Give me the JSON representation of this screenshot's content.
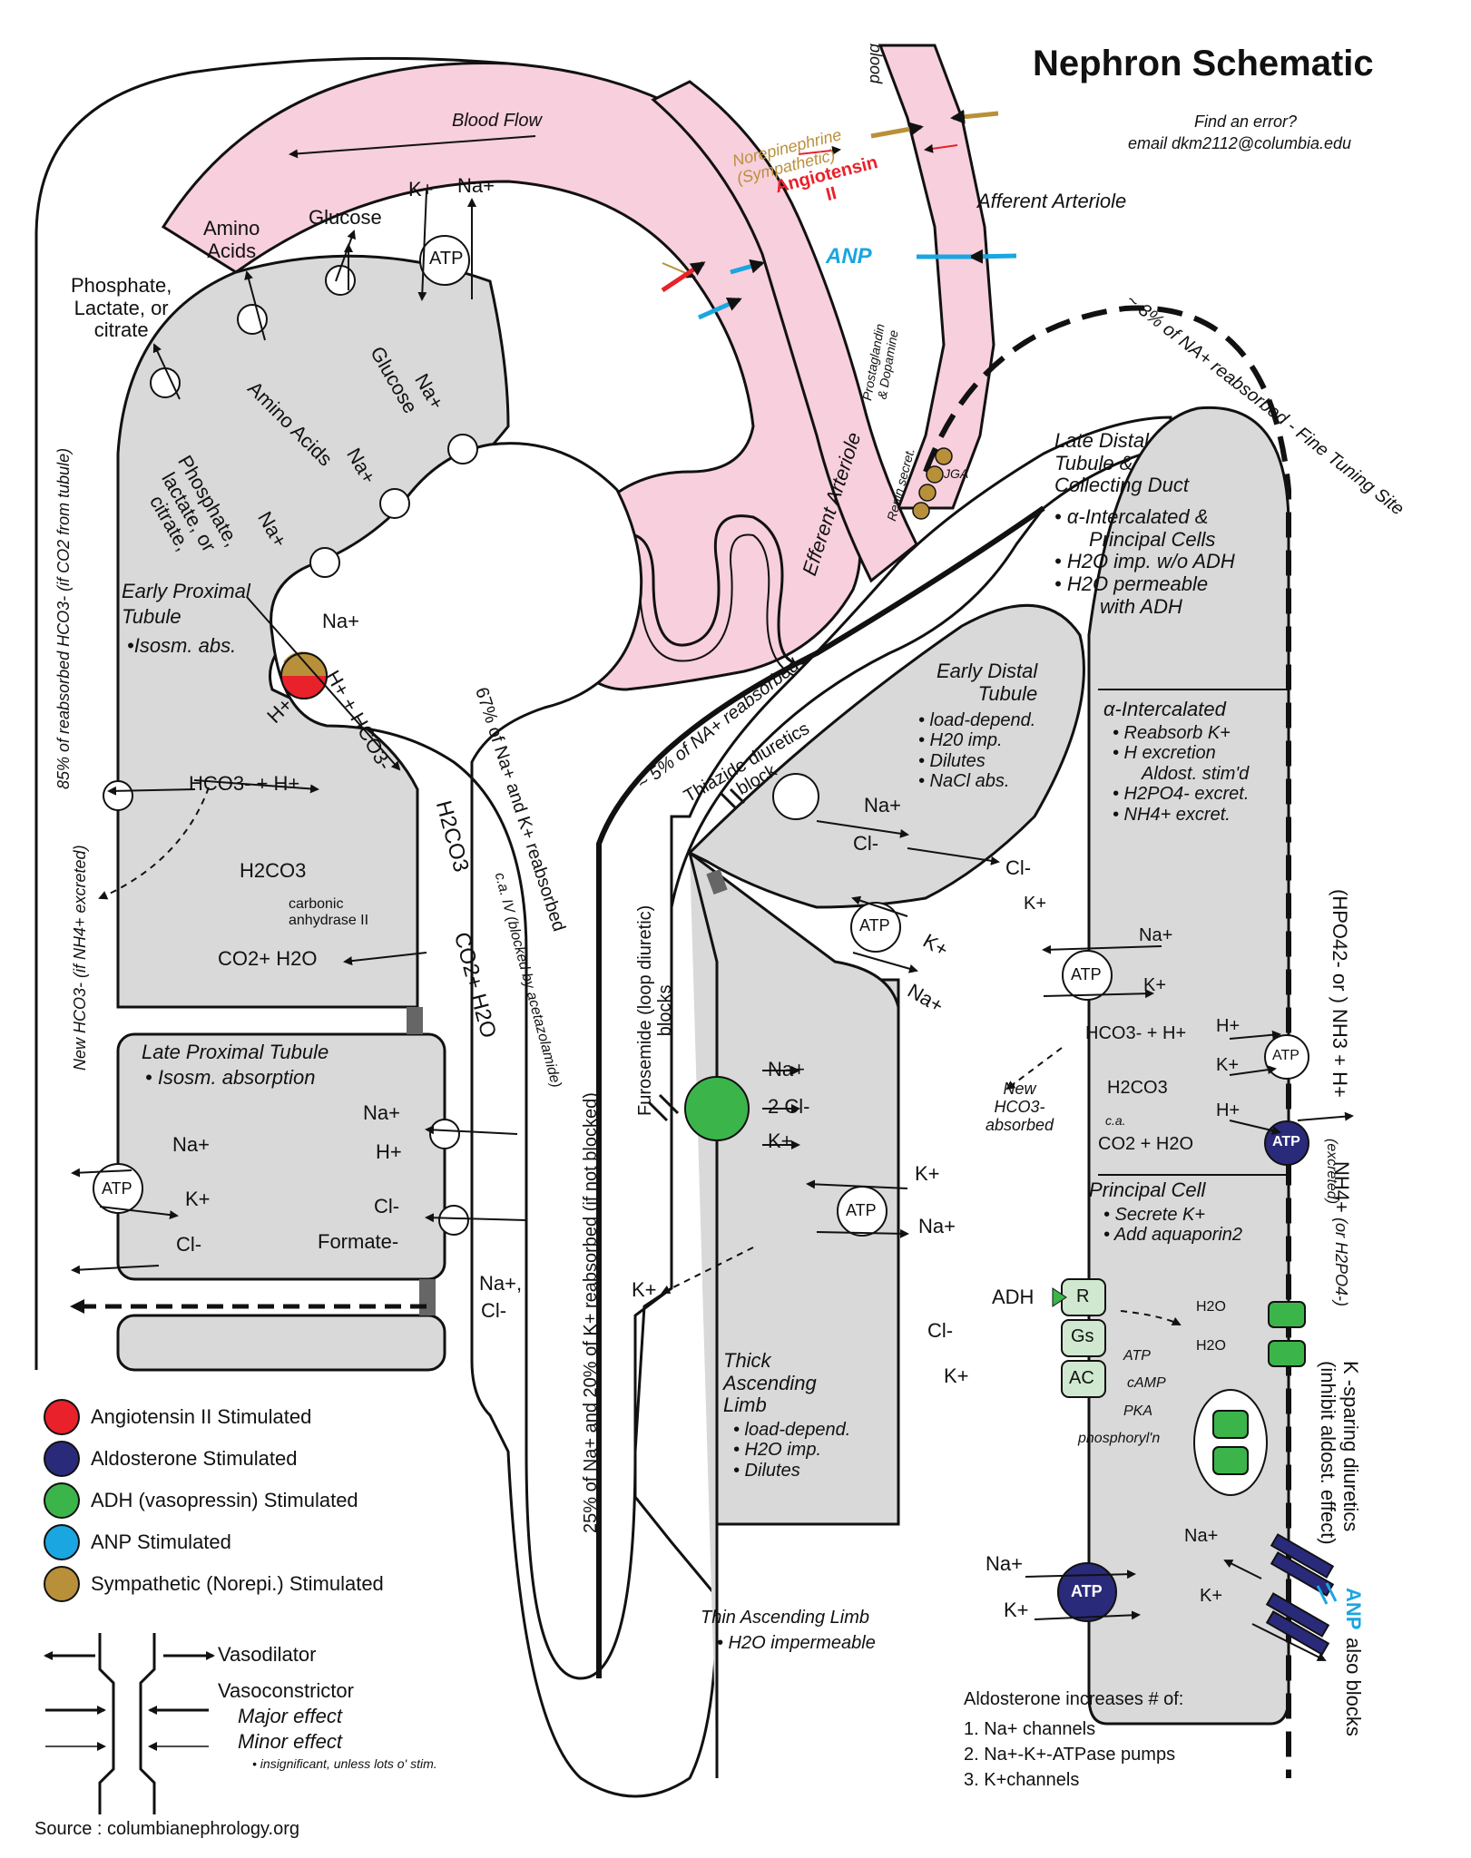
{
  "title": "Nephron Schematic",
  "contact": [
    "Find an error?",
    "email dkm2112@columbia.edu"
  ],
  "source": "Source : columbianephrology.org",
  "colors": {
    "angiotensin": "#e8212b",
    "aldosterone": "#2a2a7a",
    "adh": "#3bb54a",
    "anp": "#1aa6e0",
    "sympathetic": "#b8903a",
    "vessel": "#f7c6d6",
    "tubule": "#d9d9d9"
  },
  "vessels": {
    "blood": "blood",
    "blood_flow": "Blood Flow",
    "afferent": "Afferent Arteriole",
    "efferent": "Efferent Arteriole",
    "norepinephrine": [
      "Norepinephrine",
      "(Sympathetic)"
    ],
    "angiotensin": [
      "Angiotensin",
      "II"
    ],
    "anp": "ANP",
    "prostaglandin": [
      "Prostaglandin",
      "& Dopamine"
    ],
    "renin": "Renin secret.",
    "jga": "JGA"
  },
  "early_proximal": {
    "title": "Early Proximal",
    "title2": "Tubule",
    "note": "•Isosm. abs.",
    "blood_side": [
      "Phosphate,",
      "Lactate, or",
      "citrate",
      "Amino",
      "Acids",
      "Glucose",
      "K+",
      "Na+",
      "ATP"
    ],
    "lumen_side": [
      "Phosphate,",
      "lactate, or",
      "citrate,",
      "Amino Acids",
      "Na+",
      "Glucose",
      "Na+",
      "Na+"
    ],
    "hco3": "HCO3- + H+",
    "h2co3": "H2CO3",
    "co2": "CO2+ H2O",
    "ca2": "carbonic anhydrase II",
    "na": "Na+",
    "h_hco3": "H+ + HCO3-",
    "h": "H+",
    "h2co3_lumen": "H2CO3",
    "co2_lumen": "CO2+ H2O",
    "ca4": "c.a. IV (blocked by acetazolamide)",
    "reabs85": "85% of reabsorbed HCO3- (if CO2 from tubule)",
    "newhco3": "New HCO3- (if NH4+ excreted)"
  },
  "late_proximal": {
    "title": "Late Proximal Tubule",
    "note": "• Isosm. absorption",
    "items": [
      "Na+",
      "K+",
      "Cl-",
      "ATP",
      "Na+",
      "H+",
      "Cl-",
      "Formate-",
      "Na+,",
      "Cl-"
    ]
  },
  "percent67": "67% of Na+ and K+ reabsorbed",
  "percent25": "25% of Na+ and 20% of K+ reabsorbed (if not blocked)",
  "percent5": "~ 5% of NA+ reabsorbed",
  "percent3": "~ 3% of NA+ reabsorbed - Fine Tuning Site",
  "early_distal": {
    "title": [
      "Early Distal",
      "Tubule"
    ],
    "items": [
      "• load-depend.",
      "• H20 imp.",
      "• Dilutes",
      "• NaCl abs."
    ],
    "thiazide": [
      "Thiazide diuretics",
      "block"
    ],
    "ions": [
      "Na+",
      "Cl-",
      "Cl-",
      "ATP",
      "K+",
      "Na+"
    ]
  },
  "thick_ascending": {
    "title": [
      "Thick",
      "Ascending",
      "Limb"
    ],
    "items": [
      "• load-depend.",
      "• H2O imp.",
      "• Dilutes"
    ],
    "furosemide": [
      "Furosemide (loop diuretic)",
      "blocks"
    ],
    "ions": [
      "Na+",
      "2 Cl-",
      "K+",
      "K+",
      "ATP",
      "Na+",
      "K+",
      "Cl-",
      "K+"
    ]
  },
  "thin_ascending": {
    "title": "Thin Ascending Limb",
    "note": "• H2O impermeable"
  },
  "late_distal": {
    "title": [
      "Late Distal",
      "Tubule &",
      "Collecting Duct"
    ],
    "items": [
      "• α-Intercalated &",
      "Principal Cells",
      "• H2O imp. w/o ADH",
      "• H2O permeable",
      "with ADH"
    ]
  },
  "alpha_intercalated": {
    "title": "α-Intercalated",
    "items": [
      "• Reabsorb K+",
      "• H excretion",
      "Aldost. stim'd",
      "• H2PO4- excret.",
      "• NH4+ excret."
    ],
    "ions": [
      "K+",
      "Na+",
      "ATP",
      "K+",
      "HCO3- + H+",
      "H2CO3",
      "c.a.",
      "CO2 + H2O",
      "H+",
      "K+",
      "ATP",
      "H+",
      "ATP"
    ],
    "newhco3": [
      "New",
      "HCO3-",
      "absorbed"
    ],
    "nh3": "(HPO42- or ) NH3 + H+",
    "nh4": "NH4+",
    "excreted": "(excreted)",
    "h2po4": "(or H2PO4-)"
  },
  "principal": {
    "title": "Principal Cell",
    "items": [
      "• Secrete K+",
      "• Add aquaporin2"
    ],
    "adh": "ADH",
    "r": "R",
    "gs": "Gs",
    "ac": "AC",
    "cascade": [
      "ATP",
      "cAMP",
      "PKA",
      "phosphoryl'n"
    ],
    "h2o": [
      "H2O",
      "H2O"
    ],
    "ions": [
      "Na+",
      "K+",
      "ATP",
      "Na+",
      "K+"
    ],
    "ksparing": [
      "K -sparing diuretics",
      "(inhibit aldost. effect)"
    ],
    "anp_blocks": "ANP",
    "also_blocks": "also blocks",
    "aldo_title": "Aldosterone increases # of:",
    "aldo_list": [
      "1. Na+ channels",
      "2. Na+-K+-ATPase pumps",
      "3. K+channels"
    ]
  },
  "legend": {
    "items": [
      {
        "label": "Angiotensin II Stimulated",
        "color": "#e8212b"
      },
      {
        "label": "Aldosterone Stimulated",
        "color": "#2a2a7a"
      },
      {
        "label": "ADH (vasopressin) Stimulated",
        "color": "#3bb54a"
      },
      {
        "label": "ANP Stimulated",
        "color": "#1aa6e0"
      },
      {
        "label": "Sympathetic (Norepi.) Stimulated",
        "color": "#b8903a"
      }
    ],
    "vasodilator": "Vasodilator",
    "vasoconstrictor": "Vasoconstrictor",
    "major": "Major effect",
    "minor": "Minor effect",
    "note": "• insignificant, unless lots o' stim."
  }
}
